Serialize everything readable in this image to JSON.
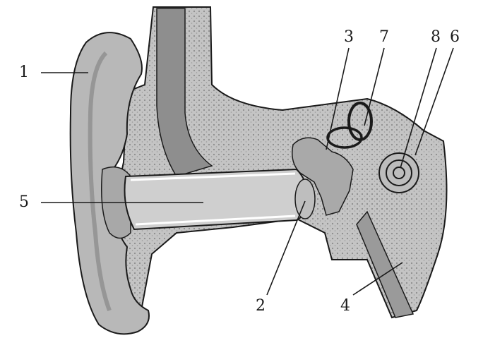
{
  "labels": {
    "l1": "1",
    "l2": "2",
    "l3": "3",
    "l4": "4",
    "l5": "5",
    "l6": "6",
    "l7": "7",
    "l8": "8"
  },
  "colors": {
    "ink": "#1a1a1a",
    "tissue": "#bdbdbd",
    "bone": "#c9c9c9",
    "dark": "#7a7a7a",
    "canal": "#d2d2d2"
  }
}
